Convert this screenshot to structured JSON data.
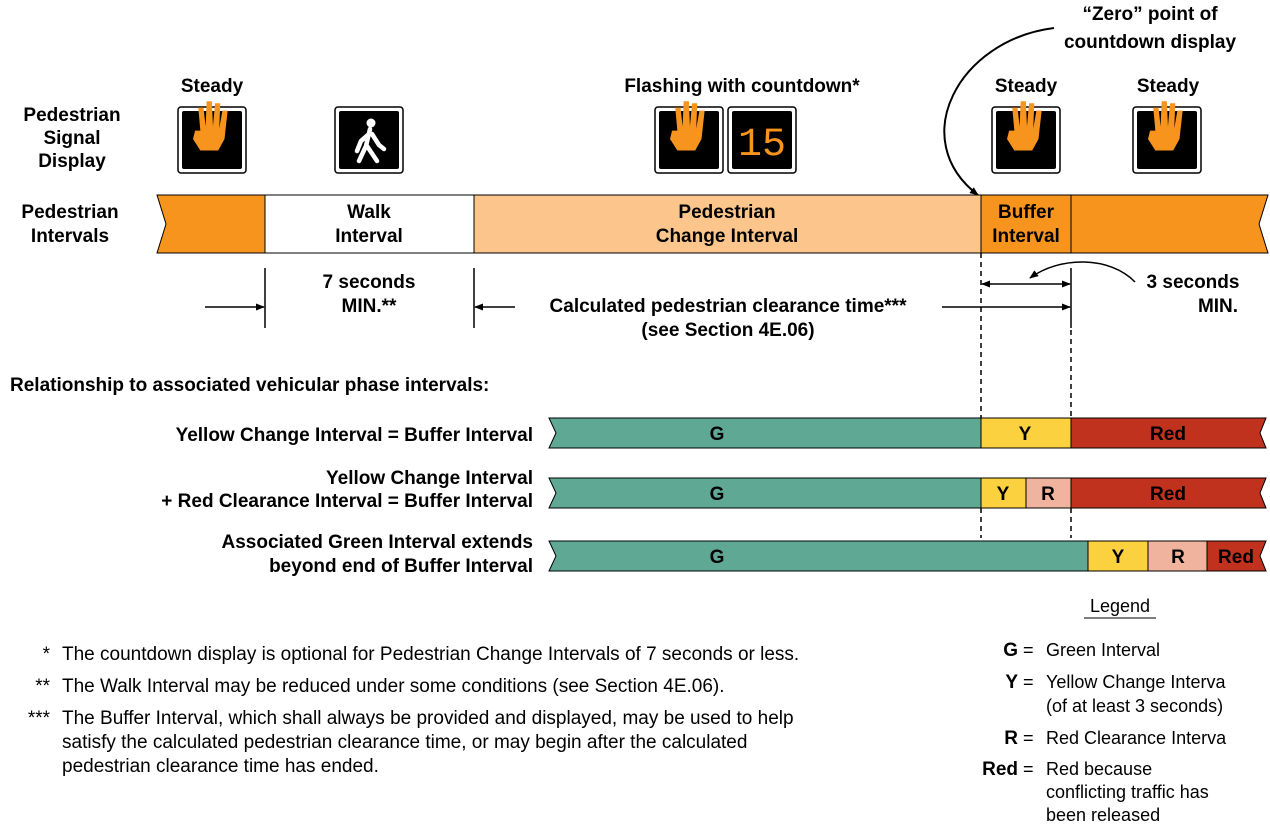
{
  "header": {
    "zero_point_line1": "“Zero” point of",
    "zero_point_line2": "countdown display",
    "row_label_signal": [
      "Pedestrian",
      "Signal",
      "Display"
    ],
    "row_label_intervals": [
      "Pedestrian",
      "Intervals"
    ],
    "display_states": {
      "steady_1": "Steady",
      "flashing": "Flashing with countdown*",
      "steady_2": "Steady",
      "steady_3": "Steady"
    },
    "countdown_digits": "15"
  },
  "pedestrian_intervals": {
    "walk": [
      "Walk",
      "Interval"
    ],
    "change": [
      "Pedestrian",
      "Change Interval"
    ],
    "buffer": [
      "Buffer",
      "Interval"
    ]
  },
  "timing": {
    "walk_min": [
      "7 seconds",
      "MIN.**"
    ],
    "clearance": [
      "Calculated pedestrian clearance time***",
      "(see Section 4E.06)"
    ],
    "buffer_min": [
      "3 seconds",
      "MIN."
    ]
  },
  "vehicular": {
    "heading": "Relationship to associated vehicular phase intervals:",
    "rows": [
      {
        "label": [
          "Yellow Change Interval = Buffer Interval"
        ],
        "segments": [
          "G",
          "Y",
          "Red"
        ]
      },
      {
        "label": [
          "Yellow Change Interval",
          "+ Red Clearance Interval = Buffer Interval"
        ],
        "segments": [
          "G",
          "Y",
          "R",
          "Red"
        ]
      },
      {
        "label": [
          "Associated Green Interval extends",
          "beyond end of Buffer Interval"
        ],
        "segments": [
          "G",
          "Y",
          "R",
          "Red"
        ]
      }
    ]
  },
  "notes": [
    {
      "mark": "*",
      "lines": [
        "The countdown display is optional for Pedestrian Change Intervals of 7 seconds or less."
      ]
    },
    {
      "mark": "**",
      "lines": [
        "The Walk Interval may be reduced under some conditions (see Section 4E.06)."
      ]
    },
    {
      "mark": "***",
      "lines": [
        "The Buffer Interval, which shall always be provided and displayed, may be used to help",
        "satisfy the calculated pedestrian clearance time, or may begin after the calculated",
        "pedestrian clearance time has ended."
      ]
    }
  ],
  "legend": {
    "title": "Legend",
    "items": [
      {
        "key": "G",
        "lines": [
          "Green Interval"
        ]
      },
      {
        "key": "Y",
        "lines": [
          "Yellow Change Interva",
          "(of at least 3 seconds)"
        ]
      },
      {
        "key": "R",
        "lines": [
          "Red Clearance Interva"
        ]
      },
      {
        "key": "Red",
        "lines": [
          "Red because",
          "conflicting traffic has",
          "been released"
        ]
      }
    ]
  },
  "colors": {
    "orange": "#f7941d",
    "light_orange": "#fbc58c",
    "green": "#5ea894",
    "yellow": "#fcd13f",
    "salmon": "#f0b49e",
    "red": "#c0311e"
  }
}
